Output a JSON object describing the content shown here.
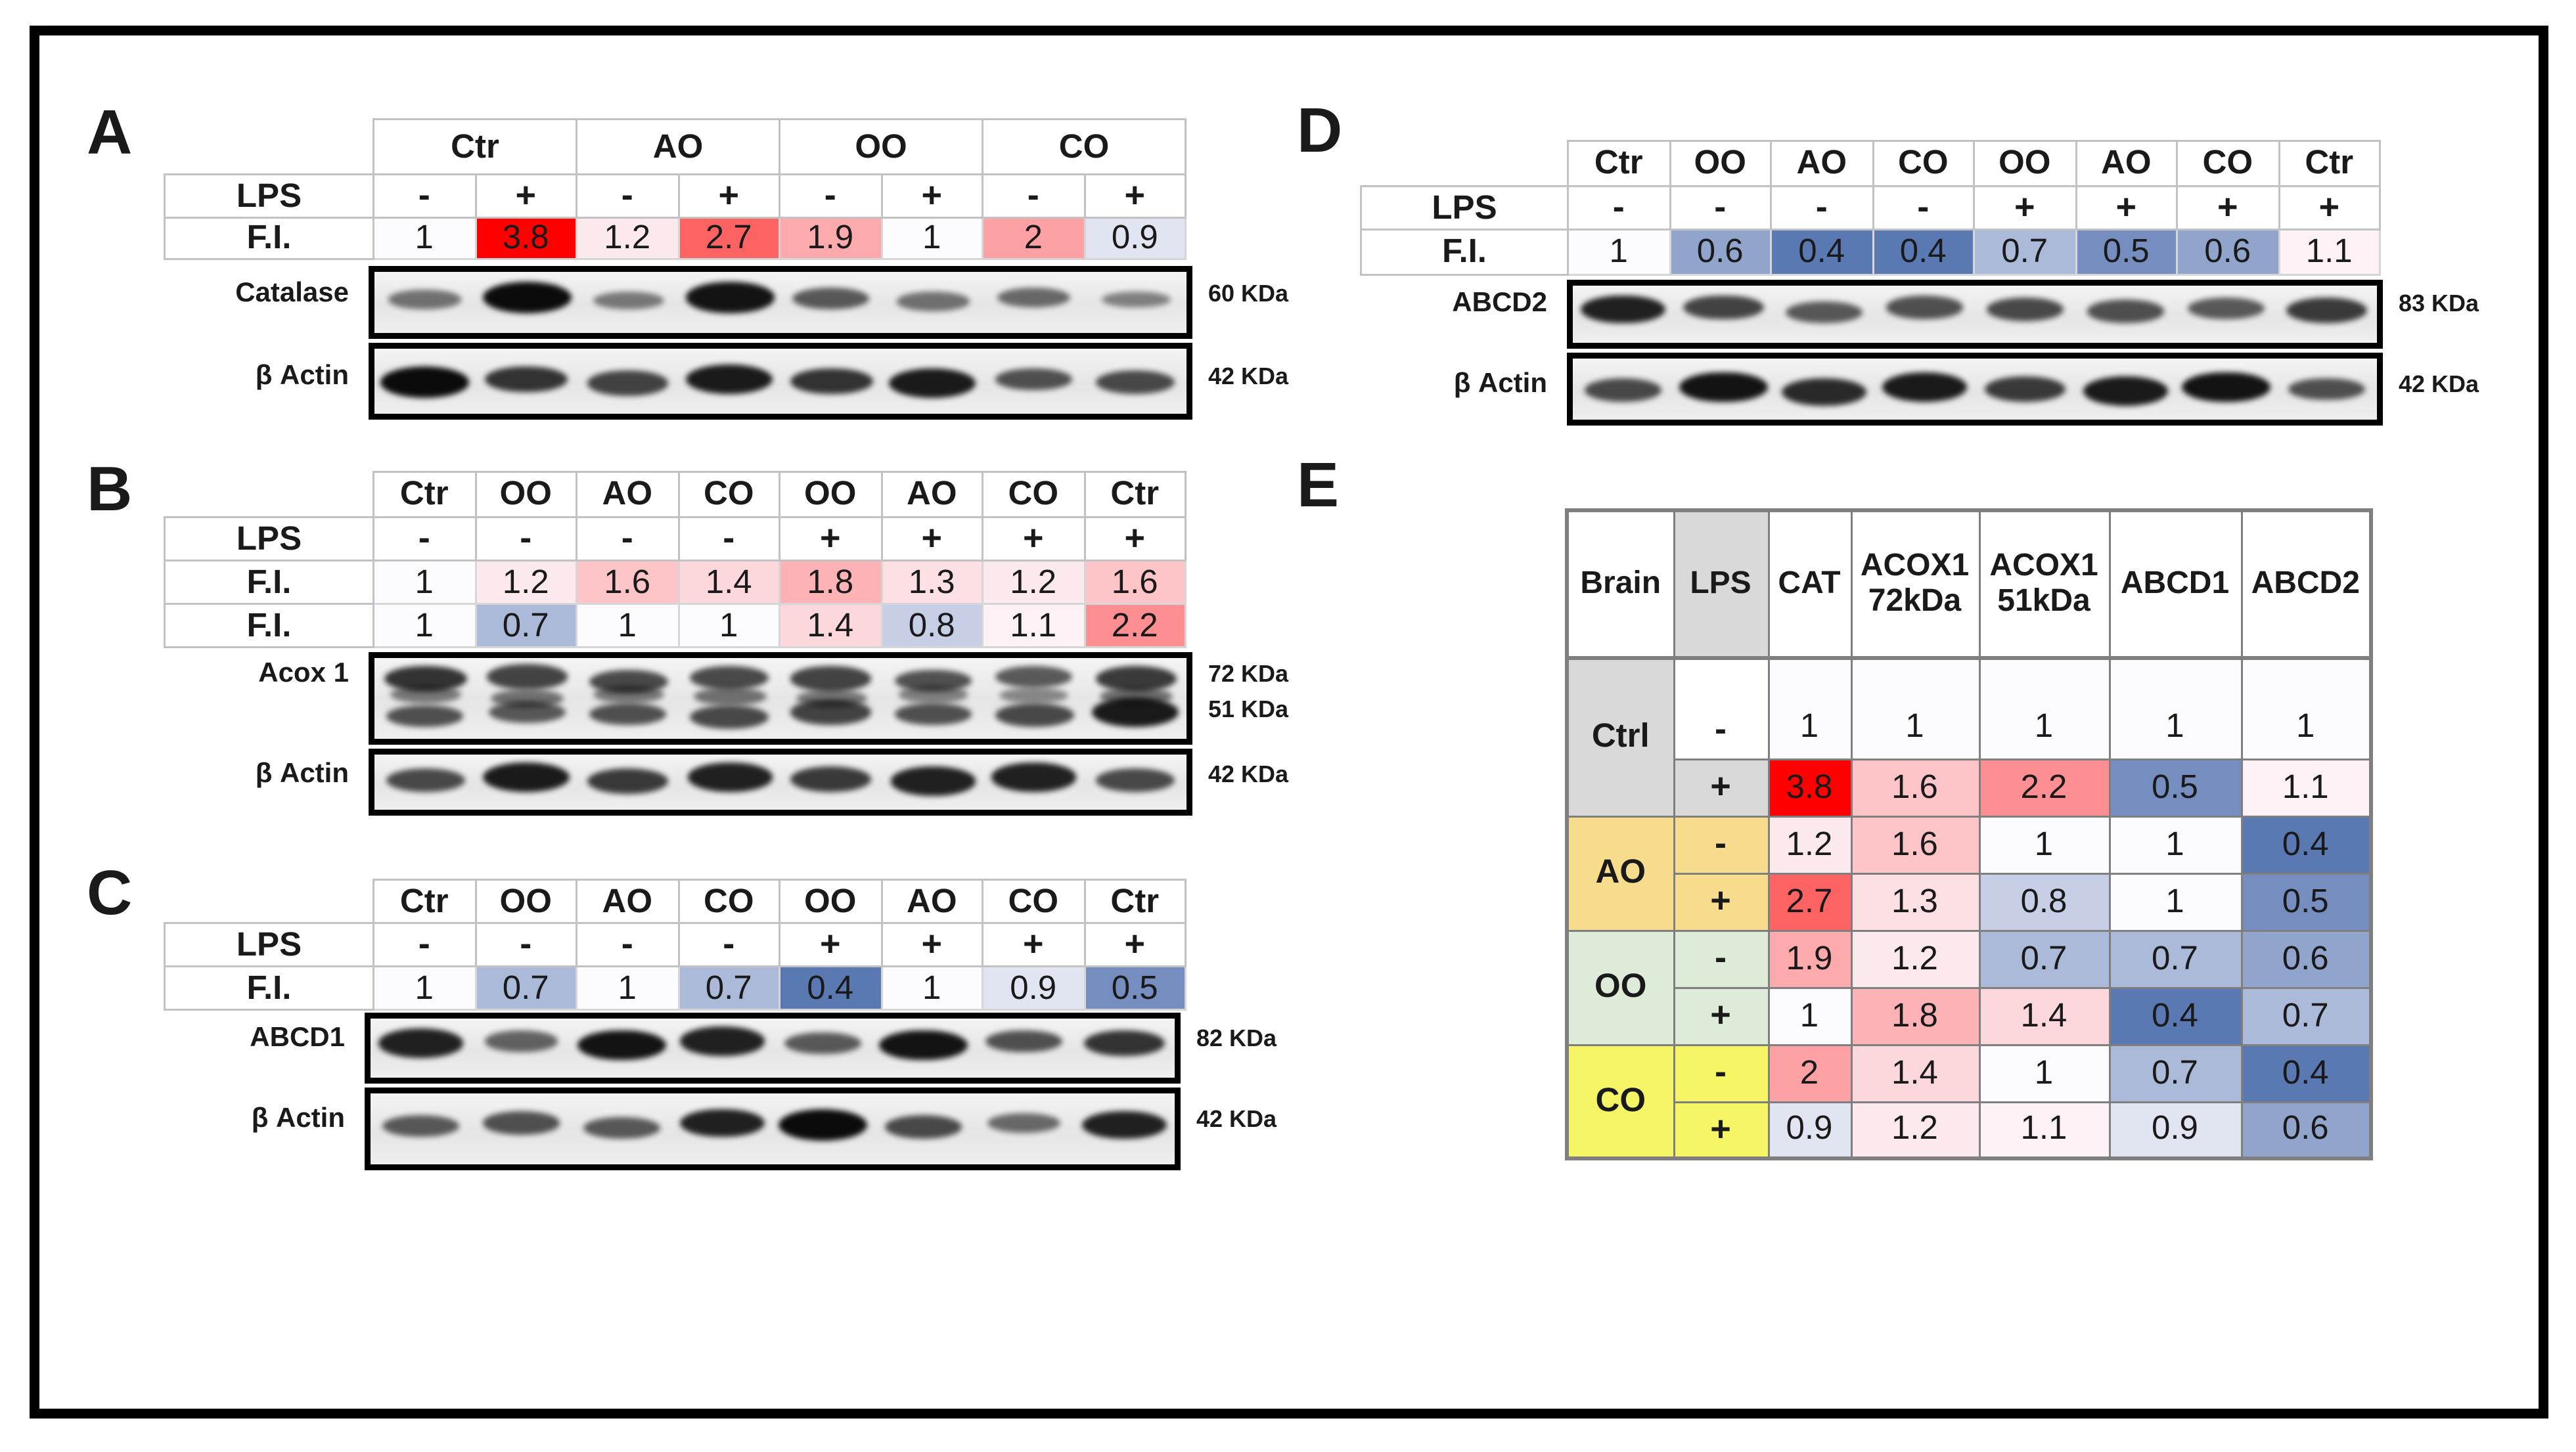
{
  "heat_scale": {
    "min_value": 0.4,
    "mid_value": 1,
    "max_value": 3.8,
    "min_color": "#5A78B2",
    "mid_color": "#FCFBFF",
    "max_color": "#FF0000"
  },
  "row_colors": {
    "Ctrl": "#D9D9D9",
    "AO": "#F7DC8E",
    "OO": "#DFEBD9",
    "CO": "#F5F566",
    "lps_header": "#D9D9D9",
    "ctrl_minus_lps": "#FFFFFF"
  },
  "grid_colors": {
    "panel_tables": "#C2C2C2",
    "summary_table": "#7F7F7F"
  },
  "panels": [
    {
      "id": "A",
      "letter": "A",
      "lps_label": "LPS",
      "group_headers": [
        {
          "label": "Ctr",
          "span": 2
        },
        {
          "label": "AO",
          "span": 2
        },
        {
          "label": "OO",
          "span": 2
        },
        {
          "label": "CO",
          "span": 2
        }
      ],
      "lps": [
        "-",
        "+",
        "-",
        "+",
        "-",
        "+",
        "-",
        "+"
      ],
      "fi_rows": [
        {
          "label": "F.I.",
          "values": [
            1,
            3.8,
            1.2,
            2.7,
            1.9,
            1,
            2,
            0.9
          ]
        }
      ],
      "blots": [
        {
          "target": "Catalase",
          "band_rows": [
            {
              "mw": "60 KDa",
              "offset": 0.45,
              "intensities": [
                0.35,
                1,
                0.3,
                0.95,
                0.5,
                0.35,
                0.4,
                0.25
              ]
            }
          ]
        },
        {
          "target": "β Actin",
          "band_rows": [
            {
              "mw": "42 KDa",
              "offset": 0.5,
              "intensities": [
                1,
                0.75,
                0.65,
                0.9,
                0.75,
                0.9,
                0.55,
                0.6
              ]
            }
          ]
        }
      ]
    },
    {
      "id": "B",
      "letter": "B",
      "lps_label": "LPS",
      "headers": [
        "Ctr",
        "OO",
        "AO",
        "CO",
        "OO",
        "AO",
        "CO",
        "Ctr"
      ],
      "lps": [
        "-",
        "-",
        "-",
        "-",
        "+",
        "+",
        "+",
        "+"
      ],
      "fi_rows": [
        {
          "label": "F.I.",
          "values": [
            1,
            1.2,
            1.6,
            1.4,
            1.8,
            1.3,
            1.2,
            1.6
          ]
        },
        {
          "label": "F.I.",
          "values": [
            1,
            0.7,
            1,
            1,
            1.4,
            0.8,
            1.1,
            2.2
          ]
        }
      ],
      "blots": [
        {
          "target": "Acox 1",
          "band_rows": [
            {
              "mw": "72 KDa",
              "offset": 0.26,
              "intensities": [
                0.75,
                0.65,
                0.6,
                0.6,
                0.65,
                0.55,
                0.5,
                0.7
              ]
            },
            {
              "mw": null,
              "offset": 0.47,
              "intensities": [
                0.3,
                0.35,
                0.3,
                0.35,
                0.3,
                0.25,
                0.2,
                0.35
              ]
            },
            {
              "mw": "51 KDa",
              "offset": 0.7,
              "intensities": [
                0.55,
                0.5,
                0.55,
                0.6,
                0.65,
                0.55,
                0.6,
                0.9
              ]
            }
          ]
        },
        {
          "target": "β Actin",
          "band_rows": [
            {
              "mw": "42 KDa",
              "offset": 0.45,
              "intensities": [
                0.6,
                0.9,
                0.7,
                0.85,
                0.7,
                0.85,
                0.85,
                0.6
              ]
            }
          ]
        }
      ]
    },
    {
      "id": "C",
      "letter": "C",
      "lps_label": "LPS",
      "headers": [
        "Ctr",
        "OO",
        "AO",
        "CO",
        "OO",
        "AO",
        "CO",
        "Ctr"
      ],
      "lps": [
        "-",
        "-",
        "-",
        "-",
        "+",
        "+",
        "+",
        "+"
      ],
      "fi_rows": [
        {
          "label": "F.I.",
          "values": [
            1,
            0.7,
            1,
            0.7,
            0.4,
            1,
            0.9,
            0.5
          ]
        }
      ],
      "blots": [
        {
          "target": "ABCD1",
          "band_rows": [
            {
              "mw": "82 KDa",
              "offset": 0.42,
              "intensities": [
                0.85,
                0.45,
                0.95,
                0.85,
                0.5,
                0.95,
                0.55,
                0.75
              ]
            }
          ]
        },
        {
          "target": "β Actin",
          "band_rows": [
            {
              "mw": "42 KDa",
              "offset": 0.45,
              "intensities": [
                0.5,
                0.55,
                0.5,
                0.85,
                1,
                0.6,
                0.4,
                0.85
              ]
            }
          ]
        }
      ]
    },
    {
      "id": "D",
      "letter": "D",
      "lps_label": "LPS",
      "headers": [
        "Ctr",
        "OO",
        "AO",
        "CO",
        "OO",
        "AO",
        "CO",
        "Ctr"
      ],
      "lps": [
        "-",
        "-",
        "-",
        "-",
        "+",
        "+",
        "+",
        "+"
      ],
      "fi_rows": [
        {
          "label": "F.I.",
          "values": [
            1,
            0.6,
            0.4,
            0.4,
            0.7,
            0.5,
            0.6,
            1.1
          ]
        }
      ],
      "blots": [
        {
          "target": "ABCD2",
          "band_rows": [
            {
              "mw": "83 KDa",
              "offset": 0.42,
              "intensities": [
                0.85,
                0.65,
                0.5,
                0.55,
                0.6,
                0.55,
                0.5,
                0.7
              ]
            }
          ]
        },
        {
          "target": "β Actin",
          "band_rows": [
            {
              "mw": "42 KDa",
              "offset": 0.5,
              "intensities": [
                0.6,
                0.95,
                0.8,
                0.9,
                0.7,
                0.9,
                0.95,
                0.55
              ]
            }
          ]
        }
      ]
    },
    {
      "id": "E",
      "letter": "E",
      "summary": {
        "col_headers": [
          "Brain",
          "LPS",
          "CAT",
          "ACOX1 72kDa",
          "ACOX1 51kDa",
          "ABCD1",
          "ABCD2"
        ],
        "row_groups": [
          {
            "label": "Ctrl",
            "rows": [
              {
                "lps": "-",
                "values": [
                  1,
                  1,
                  1,
                  1,
                  1
                ]
              },
              {
                "lps": "+",
                "values": [
                  3.8,
                  1.6,
                  2.2,
                  0.5,
                  1.1
                ]
              }
            ]
          },
          {
            "label": "AO",
            "rows": [
              {
                "lps": "-",
                "values": [
                  1.2,
                  1.6,
                  1,
                  1,
                  0.4
                ]
              },
              {
                "lps": "+",
                "values": [
                  2.7,
                  1.3,
                  0.8,
                  1,
                  0.5
                ]
              }
            ]
          },
          {
            "label": "OO",
            "rows": [
              {
                "lps": "-",
                "values": [
                  1.9,
                  1.2,
                  0.7,
                  0.7,
                  0.6
                ]
              },
              {
                "lps": "+",
                "values": [
                  1,
                  1.8,
                  1.4,
                  0.4,
                  0.7
                ]
              }
            ]
          },
          {
            "label": "CO",
            "rows": [
              {
                "lps": "-",
                "values": [
                  2,
                  1.4,
                  1,
                  0.7,
                  0.4
                ]
              },
              {
                "lps": "+",
                "values": [
                  0.9,
                  1.2,
                  1.1,
                  0.9,
                  0.6
                ]
              }
            ]
          }
        ]
      }
    }
  ]
}
